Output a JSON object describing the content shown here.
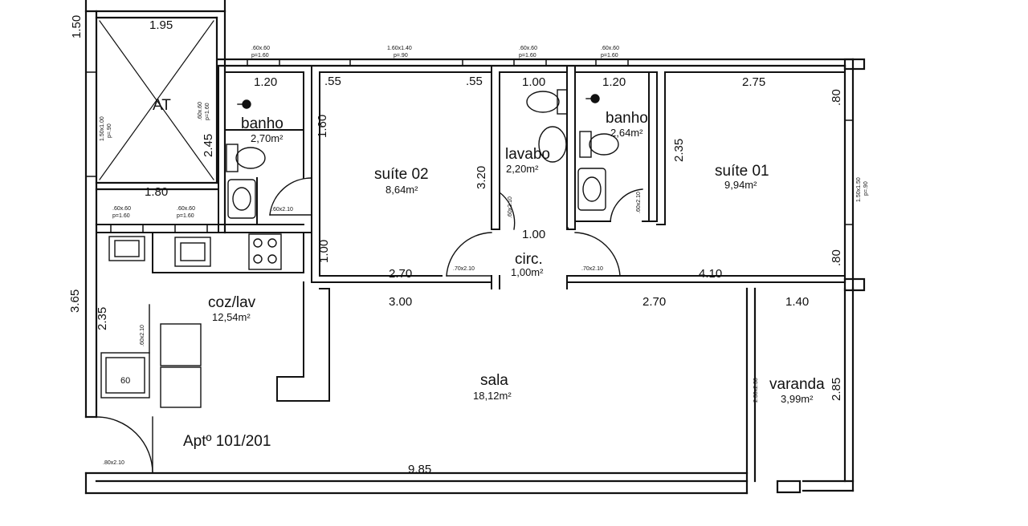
{
  "plan": {
    "title": "Aptº 101/201",
    "rooms": [
      {
        "name": "suíte 02",
        "area": "8,64m²"
      },
      {
        "name": "suíte 01",
        "area": "9,94m²"
      },
      {
        "name": "banho",
        "area": "2,70m²"
      },
      {
        "name": "banho",
        "area": "2,64m²"
      },
      {
        "name": "lavabo",
        "area": "2,20m²"
      },
      {
        "name": "circ.",
        "area": "1,00m²"
      },
      {
        "name": "coz/lav",
        "area": "12,54m²"
      },
      {
        "name": "sala",
        "area": "18,12m²"
      },
      {
        "name": "varanda",
        "area": "3,99m²"
      }
    ],
    "shaft_label": "AT",
    "dimensions": {
      "shaft_top": "1.95",
      "shaft_bottom": "1.80",
      "shaft_side": "2.45",
      "shaft_top_left": "1.50",
      "banho2_width": "1.20",
      "banho1_width": "1.20",
      "suite02_top_left": ".55",
      "suite02_top_right": ".55",
      "lavabo_width": "1.00",
      "suite01_width": "2.75",
      "suite02_depth": "1.60",
      "suite02_right": "3.20",
      "suite01_depth": "2.35",
      "suite01_right_top": ".80",
      "suite01_right_bottom": ".80",
      "circ_width": "1.00",
      "suite02_lower_left": "1.00",
      "suite02_bottom": "2.70",
      "suite01_bottom": "4.10",
      "sala_left": "3.00",
      "sala_right": "2.70",
      "varanda_width": "1.40",
      "varanda_depth": "2.85",
      "kitchen_depth": "3.65",
      "kitchen_side": "2.35",
      "total_width": "9.85",
      "kitchen_short": "60"
    },
    "openings": {
      "win_banho2": ".60x.60",
      "win_banho2_sill": "p=1.60",
      "win_suite02": "1.60x1.40",
      "win_suite02_sill": "p=.90",
      "win_lavabo": ".60x.60",
      "win_lavabo_sill": "p=1.60",
      "win_banho1": ".60x.60",
      "win_banho1_sill": "p=1.60",
      "win_kitchen_a": ".60x.60",
      "win_kitchen_a_sill": "p=1.60",
      "win_kitchen_b": ".60x.60",
      "win_kitchen_b_sill": "p=1.60",
      "door_banho2": ".60x2.10",
      "door_suite02": ".70x2.10",
      "door_suite01": ".70x2.10",
      "door_lavabo": ".60x2.10",
      "door_banho1": ".60x2.10",
      "door_entry": ".80x2.10",
      "door_kitchen": ".60x2.10",
      "door_varanda": "2.30x2.30",
      "win_suite01": "1.50x1.50",
      "win_suite01_sill": "p=.90",
      "win_shaft_left": "1.50x1.00",
      "win_shaft_left_sill": "p=.90",
      "win_shaft_right": ".60x.60",
      "win_shaft_right_sill": "p=1.60"
    }
  }
}
